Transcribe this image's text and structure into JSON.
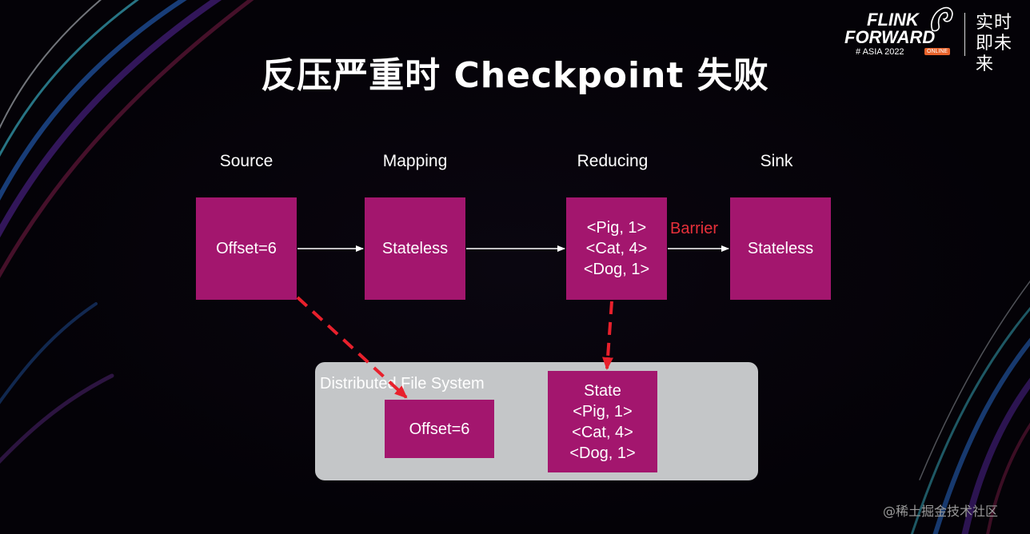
{
  "slide": {
    "title": "反压严重时 Checkpoint 失败",
    "watermark": "@稀土掘金技术社区"
  },
  "logo": {
    "line1": "FLINK",
    "line2": "FORWARD",
    "event": "# ASIA 2022",
    "badge": "ONLINE",
    "slogan": "实时即未来"
  },
  "stages": {
    "source": "Source",
    "mapping": "Mapping",
    "reducing": "Reducing",
    "sink": "Sink"
  },
  "operators": {
    "source": "Offset=6",
    "mapping": "Stateless",
    "reducing": [
      "<Pig, 1>",
      "<Cat, 4>",
      "<Dog, 1>"
    ],
    "sink": "Stateless"
  },
  "barrier_label": "Barrier",
  "storage": {
    "label": "Distributed File System",
    "offset": "Offset=6",
    "state_title": "State",
    "state_entries": [
      "<Pig, 1>",
      "<Cat, 4>",
      "<Dog, 1>"
    ]
  },
  "colors": {
    "box": "#a3166e",
    "storage": "#c4c6c8",
    "barrier": "#e8303a",
    "dashed_arrow": "#e8202c",
    "arrow": "#ffffff"
  }
}
